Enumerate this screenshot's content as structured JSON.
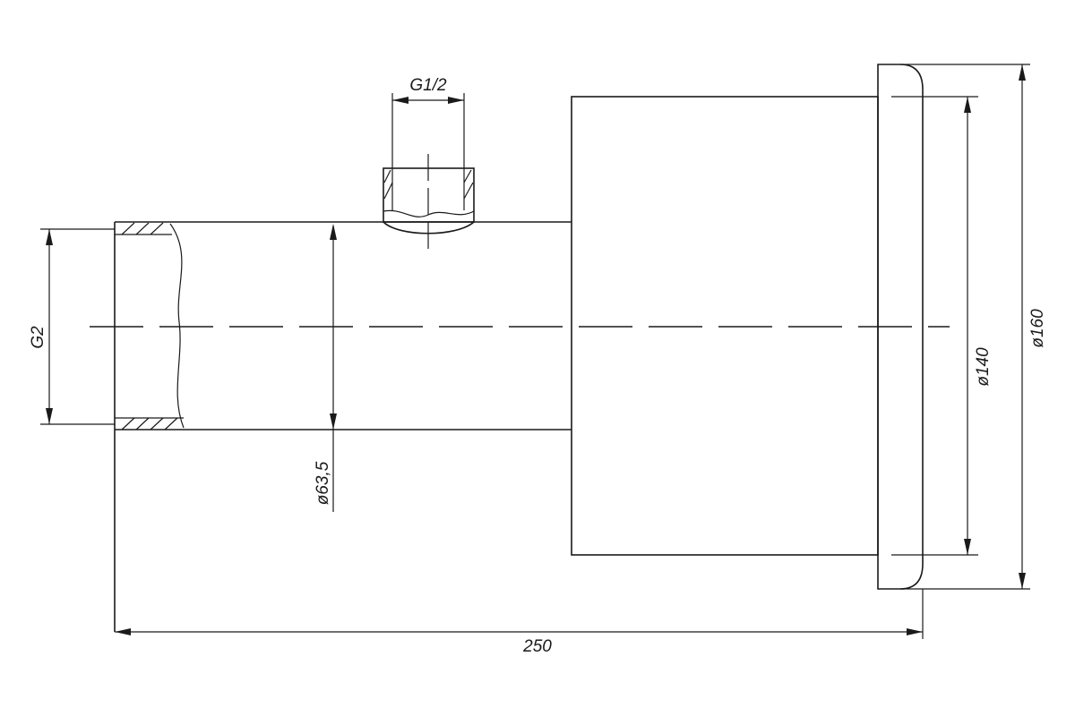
{
  "drawing": {
    "dimensions": {
      "g2": "G2",
      "d63_5": "ø63,5",
      "g1_2": "G1/2",
      "length": "250",
      "d140": "ø140",
      "d160": "ø160"
    }
  }
}
